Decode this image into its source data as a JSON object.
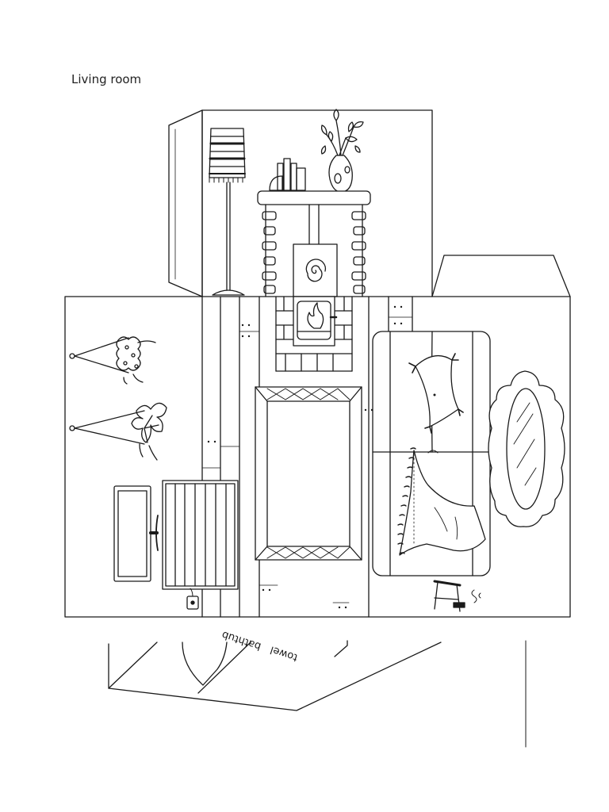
{
  "page": {
    "title": "Living room"
  },
  "bottom_fragment": {
    "labels": [
      "bathtub",
      "towel"
    ]
  },
  "colors": {
    "ink": "#1a1a1a",
    "paper": "#ffffff"
  },
  "icons": [
    "floor-lamp-icon",
    "flower-vase-icon",
    "books-icon",
    "fireplace-icon",
    "flame-icon",
    "spiral-icon",
    "hanging-plant-icon",
    "tv-icon",
    "table-icon",
    "rug-icon",
    "sofa-icon",
    "pillow-icon",
    "blanket-icon",
    "mirror-icon",
    "stool-icon",
    "socket-icon"
  ]
}
